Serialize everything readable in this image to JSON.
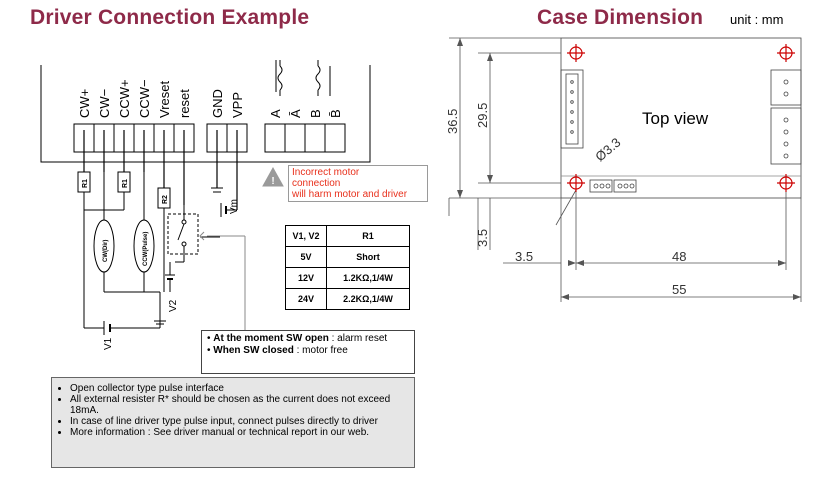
{
  "headings": {
    "driver": "Driver Connection Example",
    "case": "Case Dimension",
    "unit": "unit : mm"
  },
  "terminals": {
    "signals": [
      "CW+",
      "CW−",
      "CCW+",
      "CCW−",
      "Vreset",
      "reset"
    ],
    "power": [
      "GND",
      "VPP"
    ],
    "motor": [
      "A",
      "Ā",
      "B",
      "B̄"
    ]
  },
  "components": {
    "r1_top": "R1",
    "r1_bottom": "R1",
    "r2": "R2",
    "cw_label": "CW(Dir)",
    "ccw_label": "CCW(Pulse)",
    "vm": "Vm",
    "v1": "V1",
    "v2": "V2"
  },
  "warning": {
    "lines": [
      "Incorrect motor",
      "connection",
      "will harm motor and driver"
    ],
    "color": "#e8301c"
  },
  "resistor_table": {
    "header": [
      "V1, V2",
      "R1"
    ],
    "rows": [
      [
        "5V",
        "Short"
      ],
      [
        "12V",
        "1.2KΩ,1/4W"
      ],
      [
        "24V",
        "2.2KΩ,1/4W"
      ]
    ]
  },
  "switch_note": {
    "line1_bold": "At the moment SW open",
    "line1_rest": " : alarm reset",
    "line2_bold": "When SW closed",
    "line2_rest": " : motor free"
  },
  "notes": [
    "Open collector type pulse interface",
    "All external resister R* should be chosen as the current does not exceed 18mA.",
    "In case of line driver type pulse input, connect pulses directly to driver",
    "More information : See driver manual or technical report in our web."
  ],
  "case_dimension": {
    "view_label": "Top view",
    "hole": "Ø3.3",
    "height_outer": "36.5",
    "height_inner": "29.5",
    "offset_bottom": "3.5",
    "offset_left": "3.5",
    "hole_span": "48",
    "width": "55"
  },
  "colors": {
    "heading": "#8e2a49",
    "warning": "#e8301c",
    "hole_mark": "#cc0000"
  }
}
